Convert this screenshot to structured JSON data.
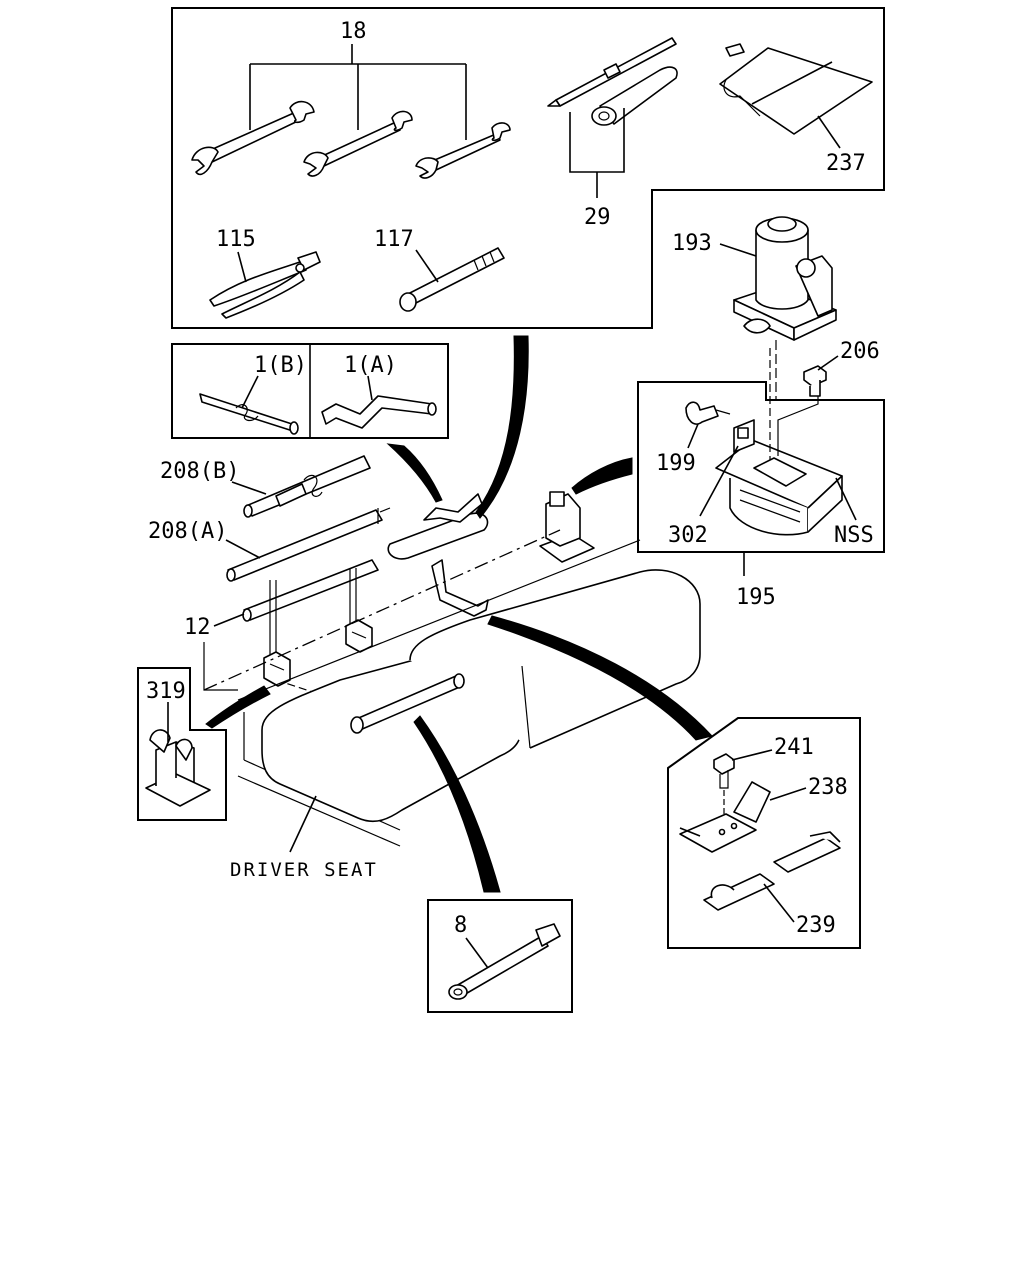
{
  "labels": {
    "l18": "18",
    "l237": "237",
    "l29": "29",
    "l115": "115",
    "l117": "117",
    "l193": "193",
    "l206": "206",
    "l1b": "1(B)",
    "l1a": "1(A)",
    "l208b": "208(B)",
    "l208a": "208(A)",
    "l199": "199",
    "l302": "302",
    "lnss": "NSS",
    "l195": "195",
    "l12": "12",
    "l319": "319",
    "l241": "241",
    "l238": "238",
    "l239": "239",
    "ldriver": "DRIVER SEAT",
    "l8": "8"
  }
}
